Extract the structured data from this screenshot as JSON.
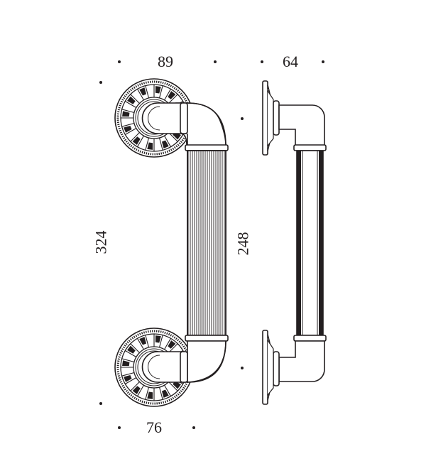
{
  "drawing": {
    "subject": "door pull handle with ornamental rosettes",
    "views": [
      "front-view",
      "side-view"
    ],
    "colors": {
      "line": "#231f20",
      "background": "#ffffff",
      "fill": "#ffffff"
    }
  },
  "dimensions": {
    "front_width_top": "89",
    "side_depth_top": "64",
    "overall_height": "324",
    "center_to_center": "248",
    "rosette_diameter": "76"
  }
}
